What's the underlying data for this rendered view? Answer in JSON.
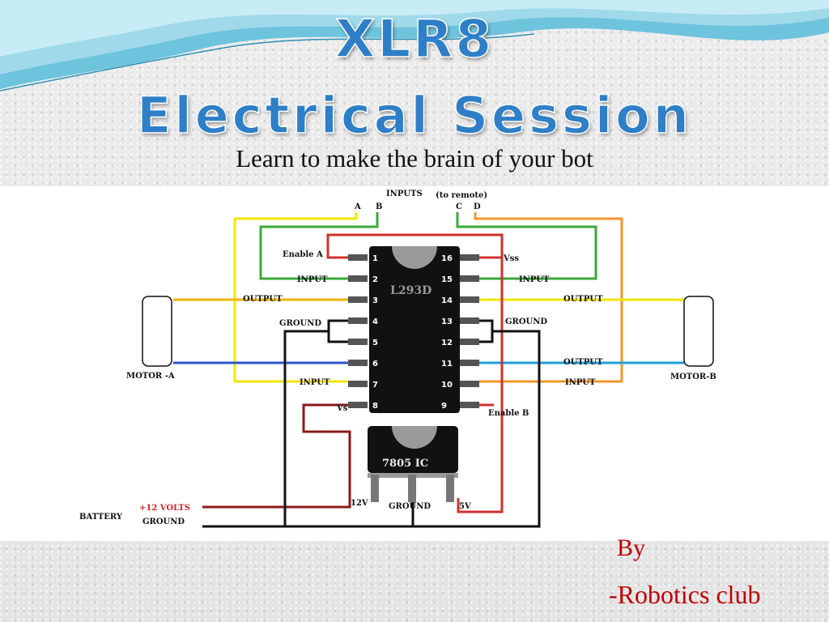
{
  "slide": {
    "title_line1": "XLR8",
    "title_line2": "Electrical Session",
    "subtitle": "Learn to make the brain of your bot",
    "byline": "By",
    "author": "-Robotics club"
  },
  "diagram": {
    "header": "INPUTS",
    "header_note": "(to remote)",
    "input_letters": [
      "A",
      "B",
      "C",
      "D"
    ],
    "chip_name": "L293D",
    "regulator_name": "7805  IC",
    "left_pin_numbers": [
      "1",
      "2",
      "3",
      "4",
      "5",
      "6",
      "7",
      "8"
    ],
    "right_pin_numbers": [
      "16",
      "15",
      "14",
      "13",
      "12",
      "11",
      "10",
      "9"
    ],
    "labels": {
      "enable_a": "Enable A",
      "input_left_top": "INPUT",
      "output_left": "OUTPUT",
      "ground_left": "GROUND",
      "motor_a": "MOTOR -A",
      "input_left_bottom": "INPUT",
      "vs": "Vs",
      "vss": "Vss",
      "input_right_top": "INPUT",
      "output_right_top": "OUTPUT",
      "ground_right": "GROUND",
      "output_right_bottom": "OUTPUT",
      "input_right_bottom": "INPUT",
      "motor_b": "MOTOR-B",
      "enable_b": "Enable B",
      "battery": "BATTERY",
      "plus12": "+12 VOLTS",
      "ground_battery": "GROUND",
      "reg_12v": "12V",
      "reg_ground": "GROUND",
      "reg_5v": "5V"
    },
    "colors": {
      "wire_yellow": "#f2e600",
      "wire_green": "#3aaa3a",
      "wire_orange": "#f0952a",
      "wire_red": "#d32f2f",
      "wire_darkred": "#8b1a1a",
      "wire_blue": "#2f55c8",
      "wire_cyan": "#1fa0d8",
      "wire_black": "#111111",
      "chip": "#111111",
      "pin": "#555555"
    }
  }
}
